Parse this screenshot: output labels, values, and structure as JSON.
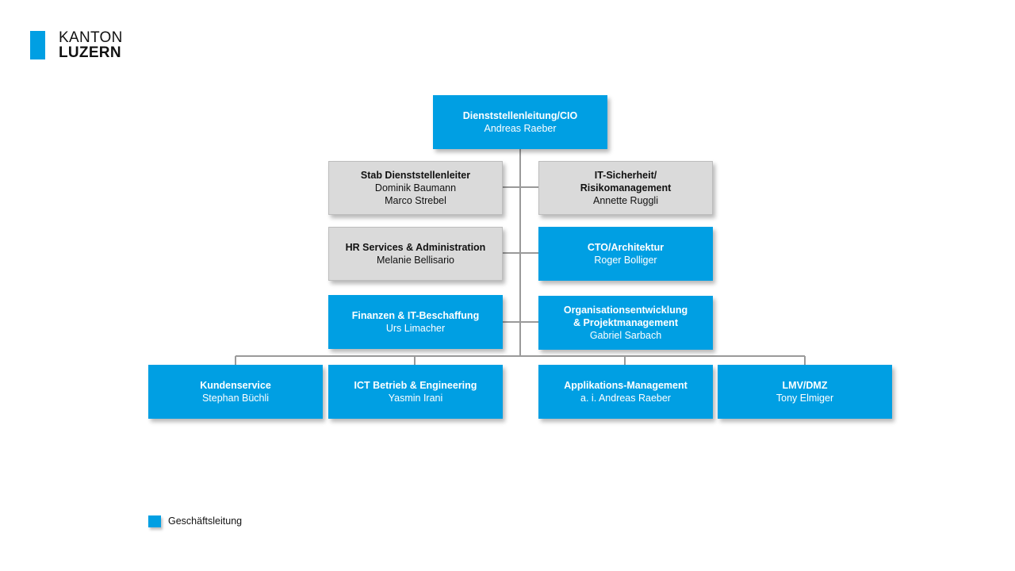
{
  "logo": {
    "line1": "KANTON",
    "line2": "LUZERN",
    "color": "#009fe3"
  },
  "org": {
    "head": {
      "title": "Dienststellenleitung/CIO",
      "names": [
        "Andreas Raeber"
      ]
    },
    "stab": {
      "title": "Stab Dienststellenleiter",
      "names": [
        "Dominik Baumann",
        "Marco Strebel"
      ]
    },
    "security": {
      "title": "IT-Sicherheit/\nRisikomanagement",
      "names": [
        "Annette Ruggli"
      ]
    },
    "hr": {
      "title": "HR Services & Administration",
      "names": [
        "Melanie Bellisario"
      ]
    },
    "cto": {
      "title": "CTO/Architektur",
      "names": [
        "Roger Bolliger"
      ]
    },
    "finance": {
      "title": "Finanzen & IT-Beschaffung",
      "names": [
        "Urs Limacher"
      ]
    },
    "orgdev": {
      "title": "Organisationsentwicklung\n& Projektmanagement",
      "names": [
        "Gabriel Sarbach"
      ]
    },
    "customer": {
      "title": "Kundenservice",
      "names": [
        "Stephan Büchli"
      ]
    },
    "ict": {
      "title": "ICT Betrieb & Engineering",
      "names": [
        "Yasmin Irani"
      ]
    },
    "apps": {
      "title": "Applikations-Management",
      "names": [
        "a. i. Andreas Raeber"
      ]
    },
    "lmv": {
      "title": "LMV/DMZ",
      "names": [
        "Tony Elmiger"
      ]
    }
  },
  "legend": {
    "label": "Geschäftsleitung",
    "color": "#009fe3"
  },
  "colors": {
    "management": "#009fe3",
    "staff": "#dadada",
    "connector": "#9a9a9a"
  }
}
